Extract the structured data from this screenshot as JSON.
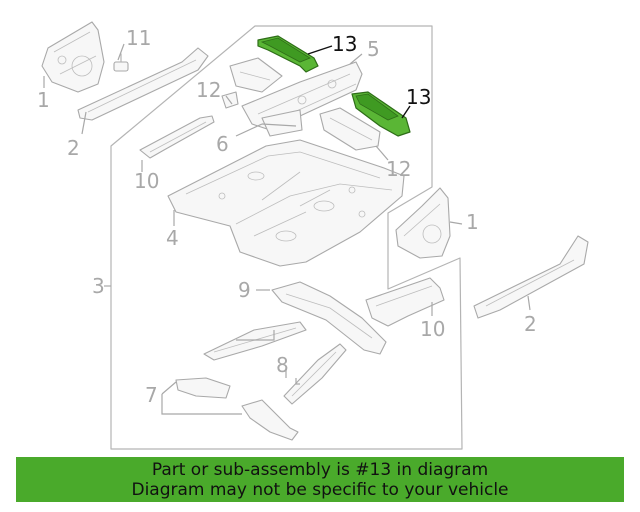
{
  "callouts": {
    "c1a": "1",
    "c1b": "1",
    "c2a": "2",
    "c2b": "2",
    "c3": "3",
    "c4": "4",
    "c5": "5",
    "c6": "6",
    "c7": "7",
    "c8": "8",
    "c9": "9",
    "c10a": "10",
    "c10b": "10",
    "c11": "11",
    "c12a": "12",
    "c12b": "12",
    "c13a": "13",
    "c13b": "13"
  },
  "banner": {
    "line1": "Part or sub-assembly is #13 in diagram",
    "line2": "Diagram may not be specific to your vehicle"
  },
  "colors": {
    "highlight": "#5ab635",
    "banner": "#4aaa2b",
    "parts_line": "#a9a9a9"
  }
}
